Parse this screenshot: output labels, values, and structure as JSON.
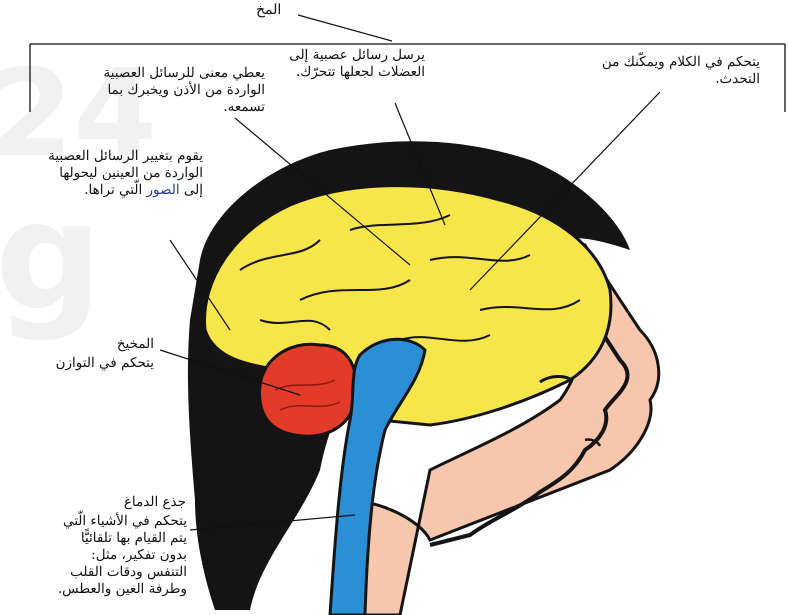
{
  "title": "المخ",
  "labels": {
    "speech": "يتحكم في الكلام ويمكّنك من التحدث.",
    "motor": "يرسل رسائل عصبية إلى العضلات لجعلها تتحرّك.",
    "hearing": "يعطي معنى للرسائل العصبية الواردة من الأذن ويخبرك بما تسمعه.",
    "vision_main": "يقوم بتغيير الرسائل العصبية الواردة من العينين ليحولها إلى",
    "vision_highlight": "الصور",
    "vision_tail": " الّتي تراها.",
    "cerebellum_title": "المخيخ",
    "cerebellum_desc": "يتحكم في التوازن",
    "brainstem_title": "جذع الدماغ",
    "brainstem_desc": "يتحكم في الأشياء الّتي يتم القيام بها تلقائيًّا بدون تفكير، مثل: التنفس ودقات القلب وطرفة العين والعطس."
  },
  "colors": {
    "cerebrum": "#f7e64a",
    "cerebellum": "#e33b2a",
    "brainstem": "#2b8fd6",
    "skin": "#f6c6ad",
    "hair": "#141414",
    "highlight_text": "#1f3f8c"
  }
}
